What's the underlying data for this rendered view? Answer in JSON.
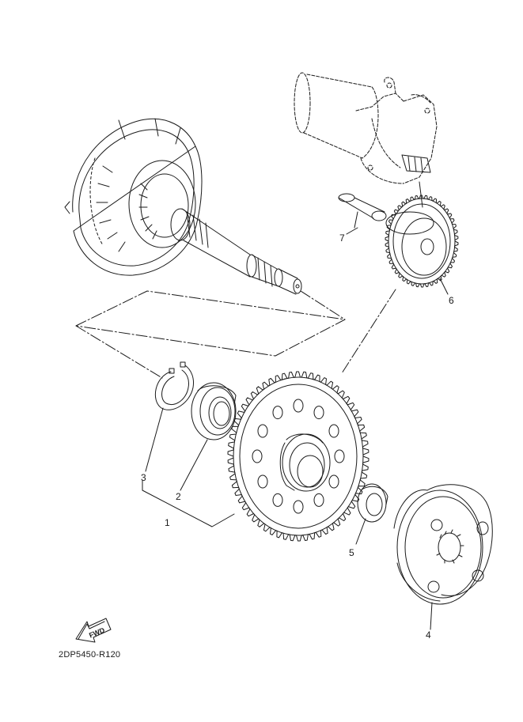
{
  "labels": {
    "part_1": "1",
    "part_2": "2",
    "part_3": "3",
    "part_4": "4",
    "part_5": "5",
    "part_6": "6",
    "part_7": "7"
  },
  "direction": {
    "text": "FWD"
  },
  "reference_code": "2DP5450-R120",
  "colors": {
    "line": "#1a1a1a",
    "background": "#ffffff"
  }
}
